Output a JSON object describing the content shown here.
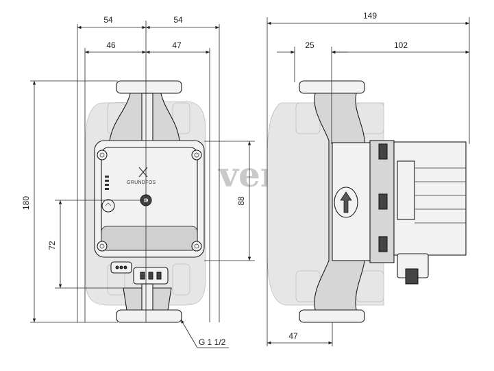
{
  "front_view": {
    "dims": {
      "top_left_54": "54",
      "top_right_54": "54",
      "left_46": "46",
      "right_47": "47",
      "height_180": "180",
      "height_88": "88",
      "height_72": "72"
    },
    "thread_label": "G 1 1/2",
    "brand_logo": "GRUNDFOS"
  },
  "side_view": {
    "dims": {
      "width_149": "149",
      "offset_25": "25",
      "depth_102": "102",
      "bottom_47": "47"
    }
  },
  "watermark": "vent-el.ru"
}
